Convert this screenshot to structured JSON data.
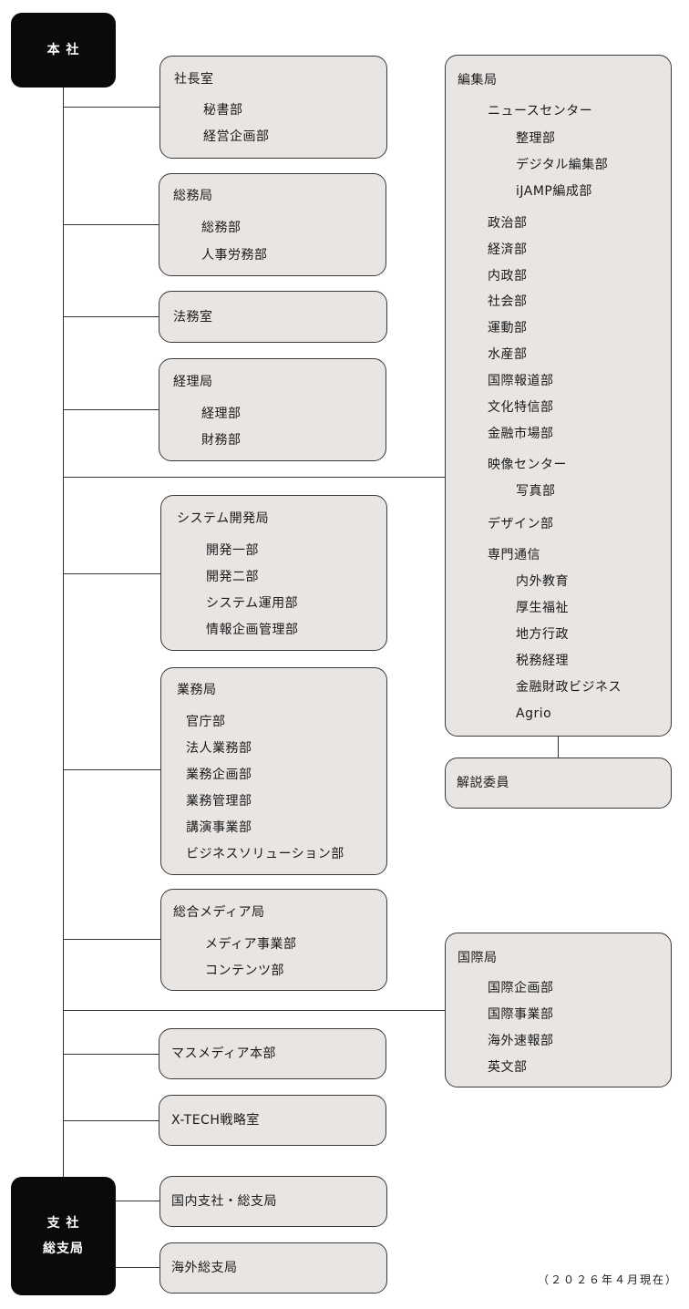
{
  "hq": {
    "line1": "本 社"
  },
  "branch": {
    "line1": "支 社",
    "line2": "総支局"
  },
  "shachoshitsu": {
    "title": "社長室",
    "items": [
      "秘書部",
      "経営企画部"
    ]
  },
  "somukyoku": {
    "title": "総務局",
    "items": [
      "総務部",
      "人事労務部"
    ]
  },
  "homushitsu": {
    "title": "法務室"
  },
  "keirikyoku": {
    "title": "経理局",
    "items": [
      "経理部",
      "財務部"
    ]
  },
  "systemkyoku": {
    "title": "システム開発局",
    "items": [
      "開発一部",
      "開発二部",
      "システム運用部",
      "情報企画管理部"
    ]
  },
  "gyomukyoku": {
    "title": "業務局",
    "items": [
      "官庁部",
      "法人業務部",
      "業務企画部",
      "業務管理部",
      "講演事業部",
      "ビジネスソリューション部"
    ]
  },
  "mediakyoku": {
    "title": "総合メディア局",
    "items": [
      "メディア事業部",
      "コンテンツ部"
    ]
  },
  "massmedia": {
    "title": "マスメディア本部"
  },
  "xtech": {
    "title": "X-TECH戦略室"
  },
  "kokunai": {
    "title": "国内支社・総支局"
  },
  "kaigai": {
    "title": "海外総支局"
  },
  "henshukyoku": {
    "title": "編集局",
    "news_center": "ニュースセンター",
    "news_items": [
      "整理部",
      "デジタル編集部",
      "iJAMP編成部"
    ],
    "depts": [
      "政治部",
      "経済部",
      "内政部",
      "社会部",
      "運動部",
      "水産部",
      "国際報道部",
      "文化特信部",
      "金融市場部"
    ],
    "eizo_center": "映像センター",
    "eizo_items": [
      "写真部"
    ],
    "design": "デザイン部",
    "senmon": "専門通信",
    "senmon_items": [
      "内外教育",
      "厚生福祉",
      "地方行政",
      "税務経理",
      "金融財政ビジネス",
      "Agrio"
    ]
  },
  "kaisetsu": {
    "title": "解説委員"
  },
  "kokusaikyoku": {
    "title": "国際局",
    "items": [
      "国際企画部",
      "国際事業部",
      "海外速報部",
      "英文部"
    ]
  },
  "footnote": "（２０２６年４月現在）"
}
